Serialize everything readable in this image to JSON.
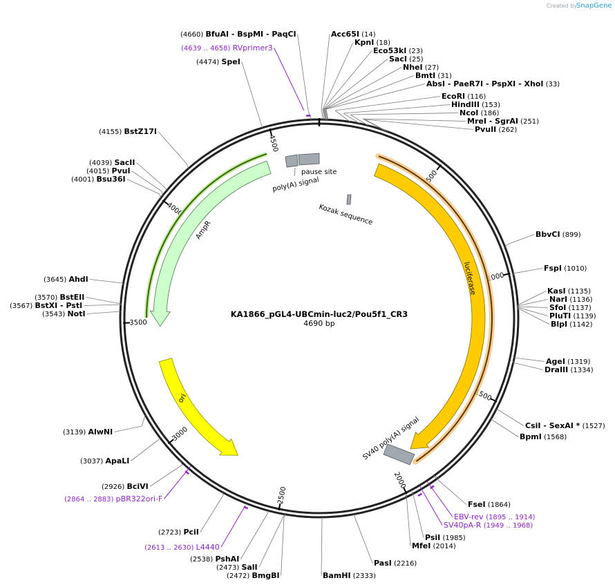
{
  "credit": {
    "created_by": "Created by",
    "brand": "SnapGene"
  },
  "plasmid": {
    "name": "KA1866_pGL4-UBCmin-luc2/Pou5f1_CR3",
    "size": "4690 bp",
    "length": 4690
  },
  "ticks": [
    "500",
    "1000",
    "1500",
    "2000",
    "2500",
    "3000",
    "3500",
    "4000",
    "4500"
  ],
  "features": [
    {
      "name": "luciferase",
      "color": "#ffcc00"
    },
    {
      "name": "AmpR",
      "color": "#ccffcc"
    },
    {
      "name": "ori",
      "color": "#ffff00"
    },
    {
      "name": "SV40 poly(A) signal",
      "color": "#a0a8b0"
    },
    {
      "name": "poly(A) signal",
      "color": "#a0a8b0"
    },
    {
      "name": "pause site",
      "color": "#a0a8b0"
    },
    {
      "name": "Kozak sequence",
      "color": "#a0a8b0"
    }
  ],
  "enzymes": [
    {
      "name": "BfuAI",
      "pos": "(4660)"
    },
    {
      "name": "BspMI",
      "pos": ""
    },
    {
      "name": "PaqCI",
      "pos": ""
    },
    {
      "name": "SpeI",
      "pos": "(4474)"
    },
    {
      "name": "Acc65I",
      "pos": "(14)"
    },
    {
      "name": "KpnI",
      "pos": "(18)"
    },
    {
      "name": "Eco53kI",
      "pos": "(23)"
    },
    {
      "name": "SacI",
      "pos": "(25)"
    },
    {
      "name": "NheI",
      "pos": "(27)"
    },
    {
      "name": "BmtI",
      "pos": "(31)"
    },
    {
      "name": "AbsI",
      "pos": ""
    },
    {
      "name": "PaeR7I",
      "pos": ""
    },
    {
      "name": "PspXI",
      "pos": ""
    },
    {
      "name": "XhoI",
      "pos": "(33)"
    },
    {
      "name": "EcoRI",
      "pos": "(116)"
    },
    {
      "name": "HindIII",
      "pos": "(153)"
    },
    {
      "name": "NcoI",
      "pos": "(186)"
    },
    {
      "name": "MreI",
      "pos": ""
    },
    {
      "name": "SgrAI",
      "pos": "(251)"
    },
    {
      "name": "PvuII",
      "pos": "(262)"
    },
    {
      "name": "BstZ17I",
      "pos": "(4155)"
    },
    {
      "name": "SacII",
      "pos": "(4039)"
    },
    {
      "name": "PvuI",
      "pos": "(4015)"
    },
    {
      "name": "Bsu36I",
      "pos": "(4001)"
    },
    {
      "name": "BbvCI",
      "pos": "(899)"
    },
    {
      "name": "FspI",
      "pos": "(1010)"
    },
    {
      "name": "KasI",
      "pos": "(1135)"
    },
    {
      "name": "NarI",
      "pos": "(1136)"
    },
    {
      "name": "SfoI",
      "pos": "(1137)"
    },
    {
      "name": "PluTI",
      "pos": "(1139)"
    },
    {
      "name": "BlpI",
      "pos": "(1142)"
    },
    {
      "name": "AhdI",
      "pos": "(3645)"
    },
    {
      "name": "BstEII",
      "pos": "(3570)"
    },
    {
      "name": "BstXI",
      "pos": "(3567)"
    },
    {
      "name": "PstI",
      "pos": ""
    },
    {
      "name": "NotI",
      "pos": "(3543)"
    },
    {
      "name": "AgeI",
      "pos": "(1319)"
    },
    {
      "name": "DraIII",
      "pos": "(1334)"
    },
    {
      "name": "CsiI",
      "pos": ""
    },
    {
      "name": "SexAI *",
      "pos": "(1527)"
    },
    {
      "name": "BpmI",
      "pos": "(1568)"
    },
    {
      "name": "AlwNI",
      "pos": "(3139)"
    },
    {
      "name": "ApaLI",
      "pos": "(3037)"
    },
    {
      "name": "BciVI",
      "pos": "(2926)"
    },
    {
      "name": "FseI",
      "pos": "(1864)"
    },
    {
      "name": "PciI",
      "pos": "(2723)"
    },
    {
      "name": "PshAI",
      "pos": "(2538)"
    },
    {
      "name": "SalI",
      "pos": "(2473)"
    },
    {
      "name": "BmgBI",
      "pos": "(2472)"
    },
    {
      "name": "BamHI",
      "pos": "(2333)"
    },
    {
      "name": "PasI",
      "pos": "(2216)"
    },
    {
      "name": "PsiI",
      "pos": "(1985)"
    },
    {
      "name": "MfeI",
      "pos": "(2014)"
    }
  ],
  "primers": [
    {
      "name": "RVprimer3",
      "range": "(4639 .. 4658)"
    },
    {
      "name": "pBR322ori-F",
      "range": "(2864 .. 2883)"
    },
    {
      "name": "L4440",
      "range": "(2613 .. 2630)"
    },
    {
      "name": "EBV-rev",
      "range": "(1895 .. 1914)"
    },
    {
      "name": "SV40pA-R",
      "range": "(1949 .. 1968)"
    }
  ]
}
